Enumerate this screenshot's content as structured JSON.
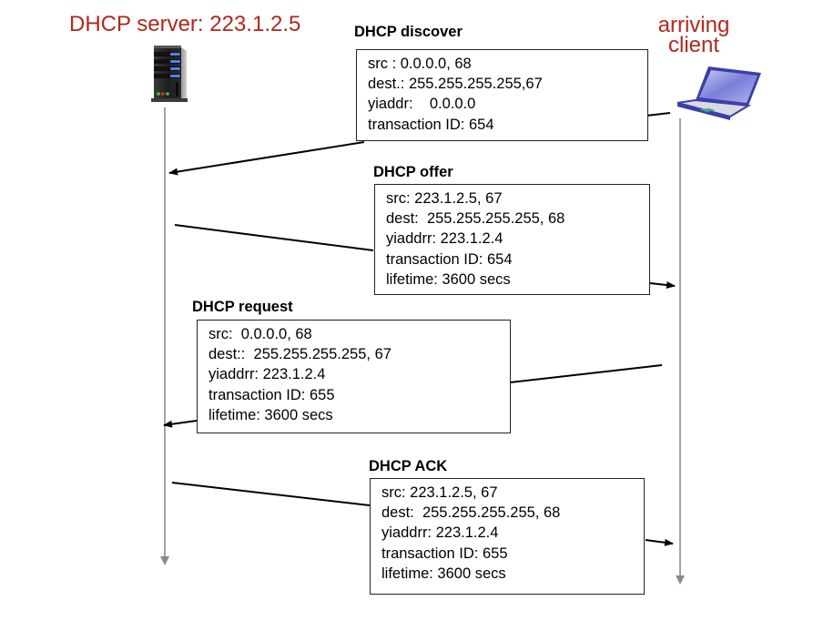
{
  "actors": {
    "server": {
      "label": "DHCP server: 223.1.2.5",
      "icon": "server-tower-icon"
    },
    "client": {
      "label_lines": [
        "arriving",
        "client"
      ],
      "icon": "laptop-icon"
    }
  },
  "colors": {
    "actor_label": "#b3261e",
    "timeline": "#8a8a8a",
    "arrow": "#000000"
  },
  "messages": [
    {
      "id": "discover",
      "title": "DHCP discover",
      "direction": "client-to-server",
      "fields": [
        "src : 0.0.0.0, 68",
        "dest.: 255.255.255.255,67",
        "yiaddr:    0.0.0.0",
        "transaction ID: 654"
      ]
    },
    {
      "id": "offer",
      "title": "DHCP offer",
      "direction": "server-to-client",
      "fields": [
        "src: 223.1.2.5, 67",
        "dest:  255.255.255.255, 68",
        "yiaddrr: 223.1.2.4",
        "transaction ID: 654",
        "lifetime: 3600 secs"
      ]
    },
    {
      "id": "request",
      "title": "DHCP request",
      "direction": "client-to-server",
      "fields": [
        "src:  0.0.0.0, 68",
        "dest::  255.255.255.255, 67",
        "yiaddrr: 223.1.2.4",
        "transaction ID: 655",
        "lifetime: 3600 secs"
      ]
    },
    {
      "id": "ack",
      "title": "DHCP ACK",
      "direction": "server-to-client",
      "fields": [
        "src: 223.1.2.5, 67",
        "dest:  255.255.255.255, 68",
        "yiaddrr: 223.1.2.4",
        "transaction ID: 655",
        "lifetime: 3600 secs"
      ]
    }
  ]
}
